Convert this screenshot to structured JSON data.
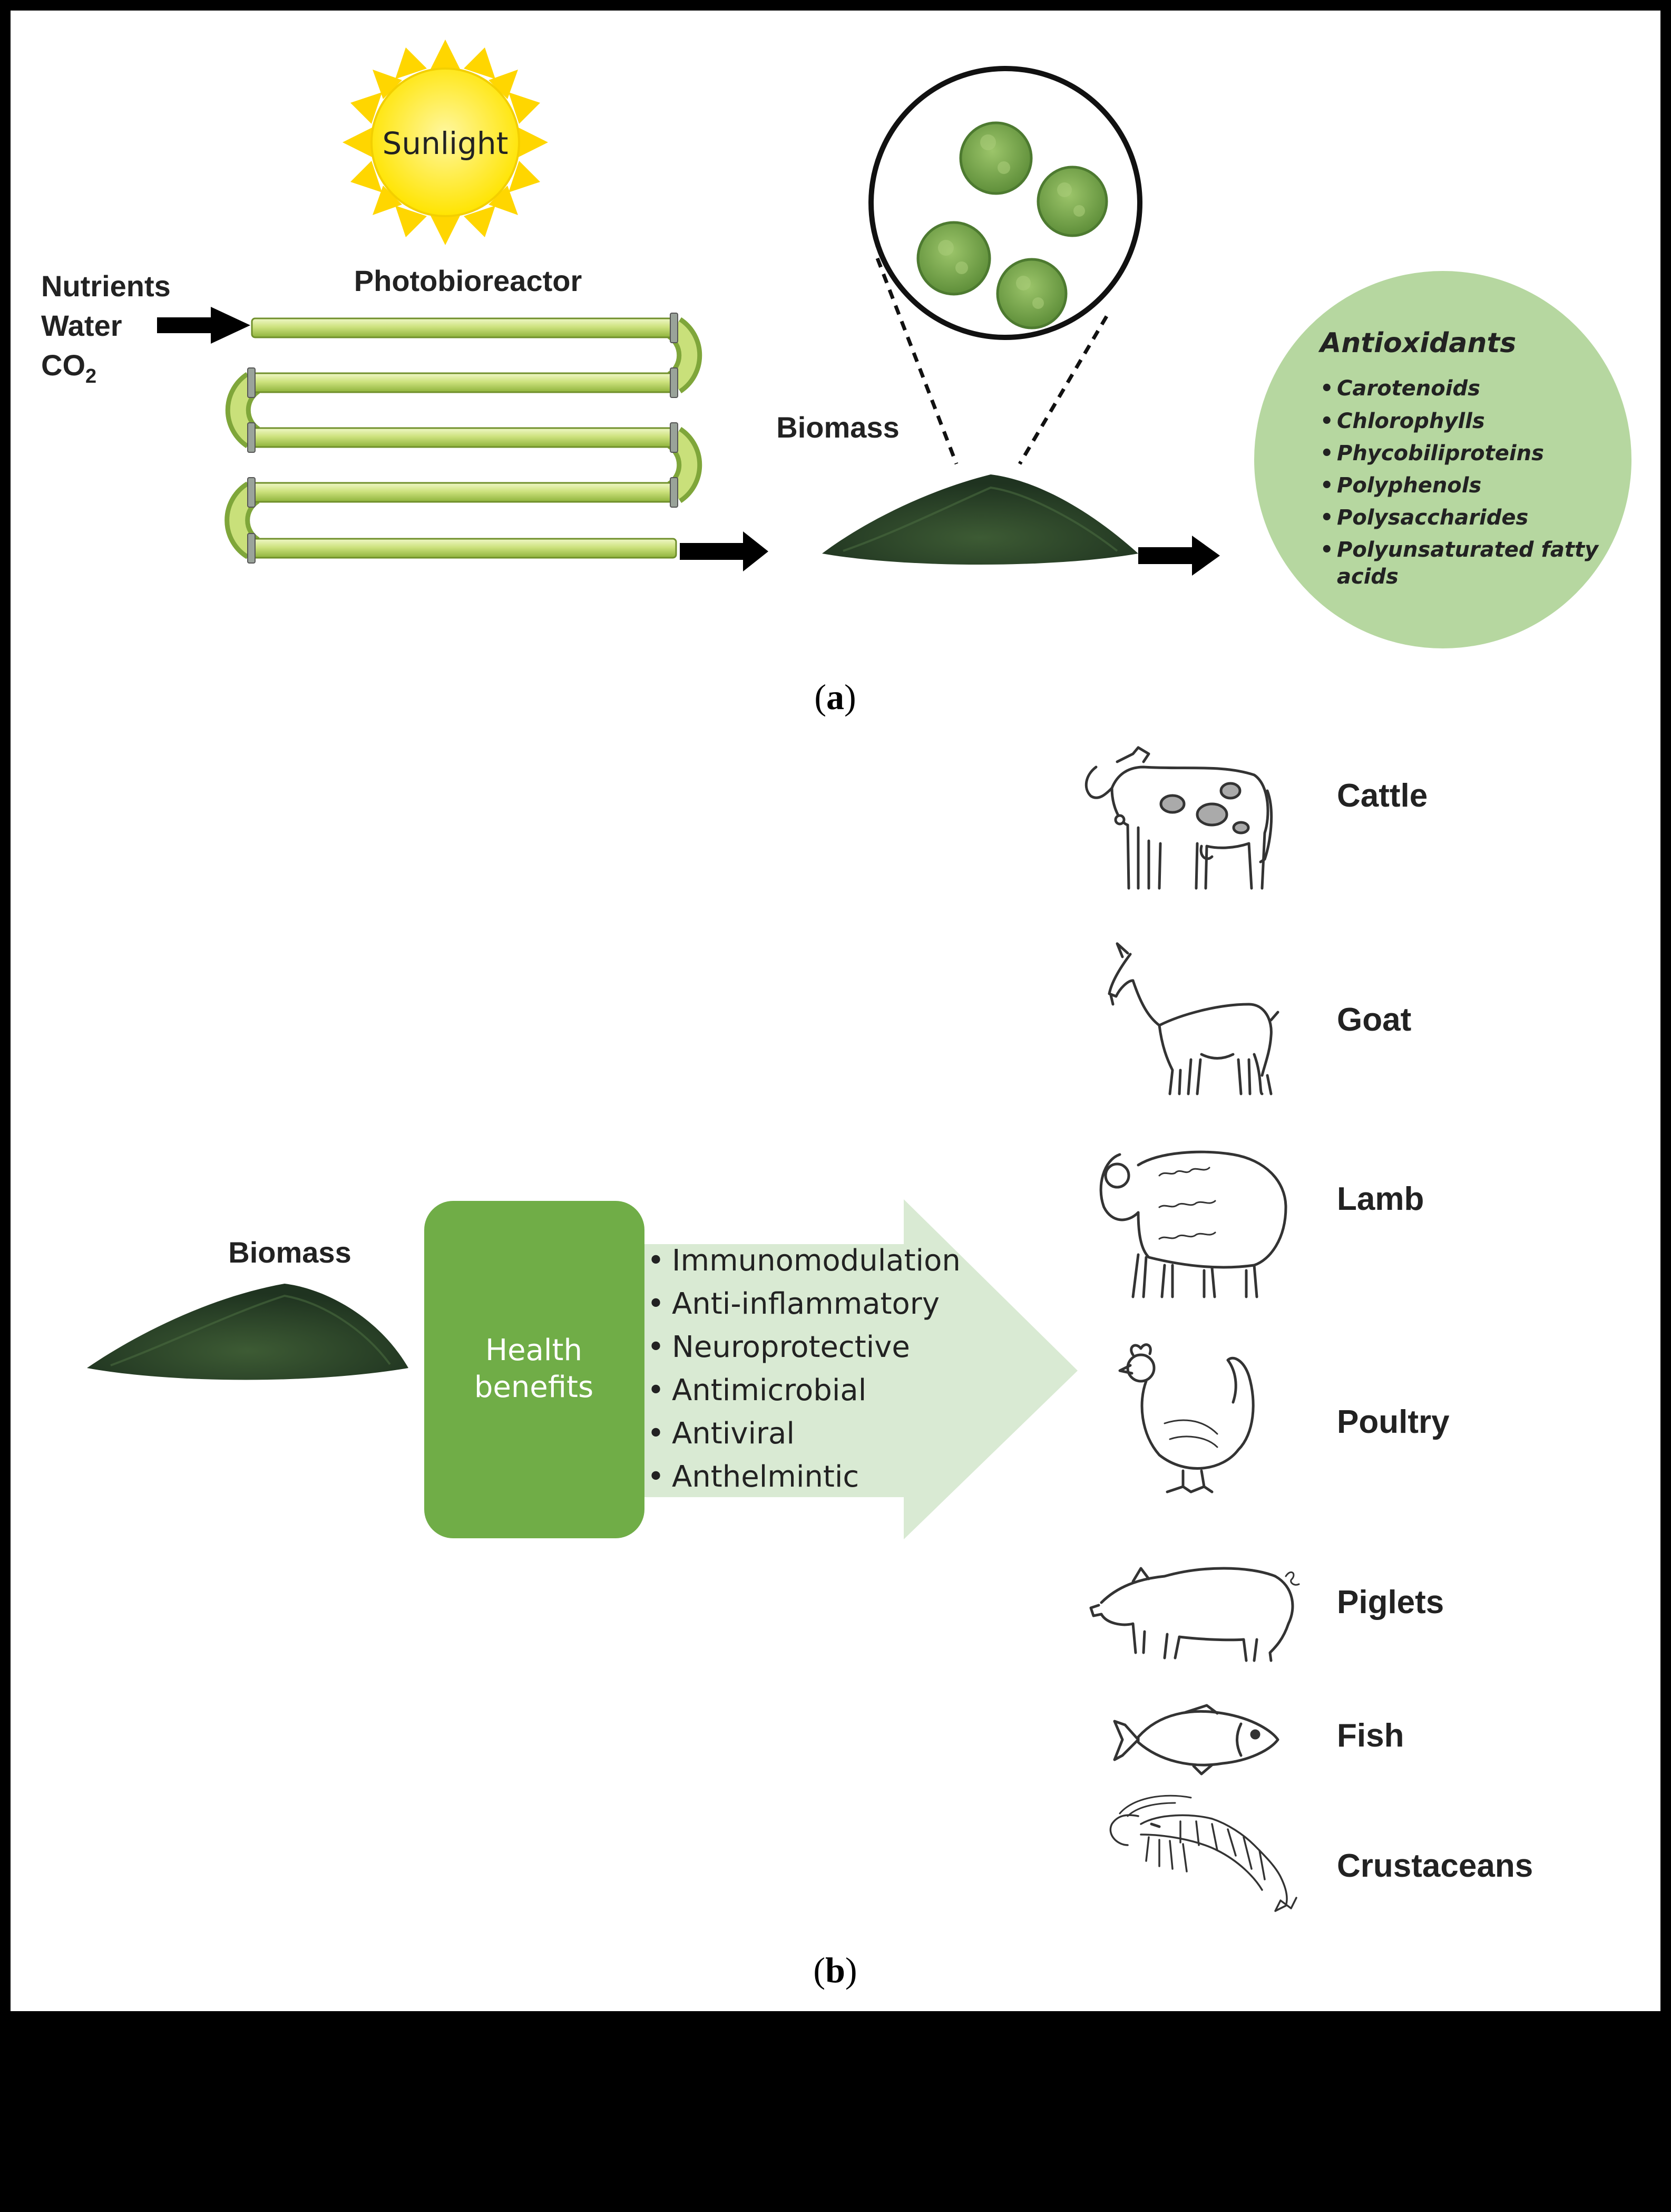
{
  "panel_a": {
    "sun_label": "Sunlight",
    "inputs": [
      "Nutrients",
      "Water",
      "CO"
    ],
    "co2_subscript": "2",
    "reactor_label": "Photobioreactor",
    "biomass_label": "Biomass",
    "antioxidants": {
      "title": "Antioxidants",
      "items": [
        "Carotenoids",
        "Chlorophylls",
        "Phycobiliproteins",
        "Polyphenols",
        "Polysaccharides",
        "Polyunsaturated fatty"
      ],
      "item_cont": "acids",
      "bullet": "•"
    },
    "caption_open": "(",
    "caption_letter": "a",
    "caption_close": ")"
  },
  "panel_b": {
    "biomass_label": "Biomass",
    "box_line1": "Health",
    "box_line2": "benefits",
    "benefits": [
      "Immunomodulation",
      "Anti-inflammatory",
      "Neuroprotective",
      "Antimicrobial",
      "Antiviral",
      "Anthelmintic"
    ],
    "bullet": "•",
    "animals": [
      "Cattle",
      "Goat",
      "Lamb",
      "Poultry",
      "Piglets",
      "Fish",
      "Crustaceans"
    ],
    "caption_open": "(",
    "caption_letter": "b",
    "caption_close": ")"
  },
  "colors": {
    "sun": "#ffe600",
    "sun_ring": "#fbd800",
    "tube": "#c9e07a",
    "tube_dark": "#6f8f2a",
    "antioxidant_circle": "#b6d7a0",
    "health_box": "#70ad47",
    "arrow_light": "#d9ead3",
    "cell": "#7aa84e",
    "powder": "#2f4a2a"
  }
}
